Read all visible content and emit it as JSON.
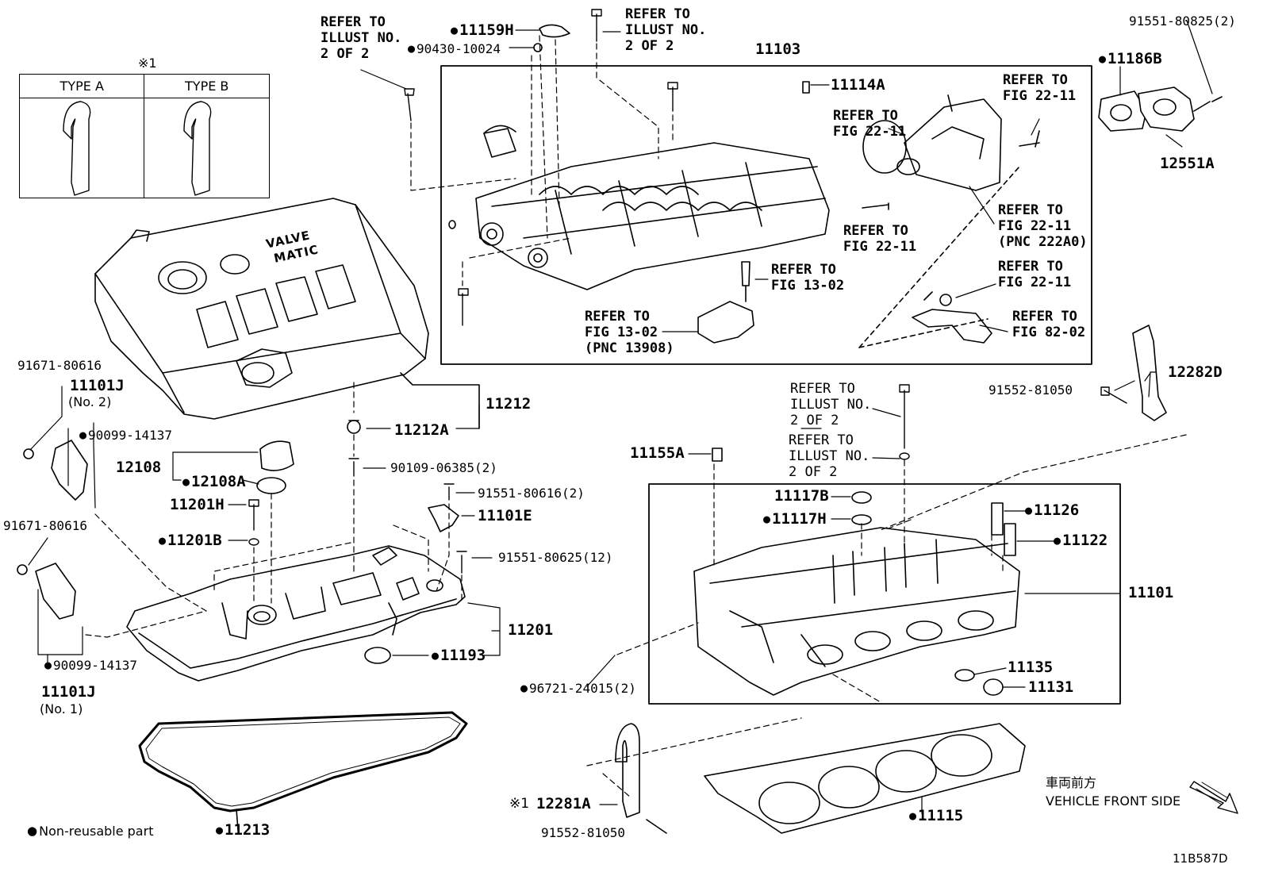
{
  "type_table": {
    "marker": "※1",
    "col_a": "TYPE A",
    "col_b": "TYPE B"
  },
  "legend": {
    "non_reusable": "Non-reusable part"
  },
  "front_side": {
    "jp": "車両前方",
    "en": "VEHICLE FRONT SIDE"
  },
  "illustration_id": "11B587D",
  "cover_text": {
    "line1": "VALVE",
    "line2": "MATIC"
  },
  "box_upper": "11103",
  "parts": {
    "p11159H": "11159H",
    "p90430": "90430-10024",
    "p91551_80825": "91551-80825(2)",
    "p11186B": "11186B",
    "p12551A": "12551A",
    "p11114A": "11114A",
    "p12282D": "12282D",
    "p91552_81050a": "91552-81050",
    "p91671a": "91671-80616",
    "p11101J_2": "11101J",
    "p11101J_2n": "(No. 2)",
    "p90099a": "90099-14137",
    "p12108": "12108",
    "p12108A": "12108A",
    "p11212": "11212",
    "p11212A": "11212A",
    "p90109": "90109-06385(2)",
    "p11201H": "11201H",
    "p11201B": "11201B",
    "p91551_80616": "91551-80616(2)",
    "p11101E": "11101E",
    "p91551_80625": "91551-80625(12)",
    "p91671b": "91671-80616",
    "p11201": "11201",
    "p11193": "11193",
    "p90099b": "90099-14137",
    "p11101J_1": "11101J",
    "p11101J_1n": "(No. 1)",
    "p11213": "11213",
    "p11155A": "11155A",
    "p11117B": "11117B",
    "p11117H": "11117H",
    "p11126": "11126",
    "p11122": "11122",
    "p11101": "11101",
    "p96721": "96721-24015(2)",
    "p11135": "11135",
    "p11131": "11131",
    "p12281A": "12281A",
    "p12281A_mark": "※1",
    "p91552_81050b": "91552-81050",
    "p11115": "11115"
  },
  "refs": {
    "r1": "REFER TO\nILLUST NO.\n2 OF 2",
    "r2": "REFER TO\nILLUST NO.\n2 OF 2",
    "r3": "REFER TO\nFIG 22-11",
    "r4": "REFER TO\nFIG 22-11",
    "r5": "REFER TO\nFIG 22-11",
    "r6": "REFER TO\nFIG 22-11\n(PNC 222A0)",
    "r7": "REFER TO\nFIG 13-02",
    "r8": "REFER TO\nFIG 13-02\n(PNC 13908)",
    "r9": "REFER TO\nFIG 22-11",
    "r10": "REFER TO\nFIG 82-02",
    "r11": "REFER TO\nILLUST NO.\n2 OF 2",
    "r12": "REFER TO\nILLUST NO.\n2 OF 2"
  }
}
